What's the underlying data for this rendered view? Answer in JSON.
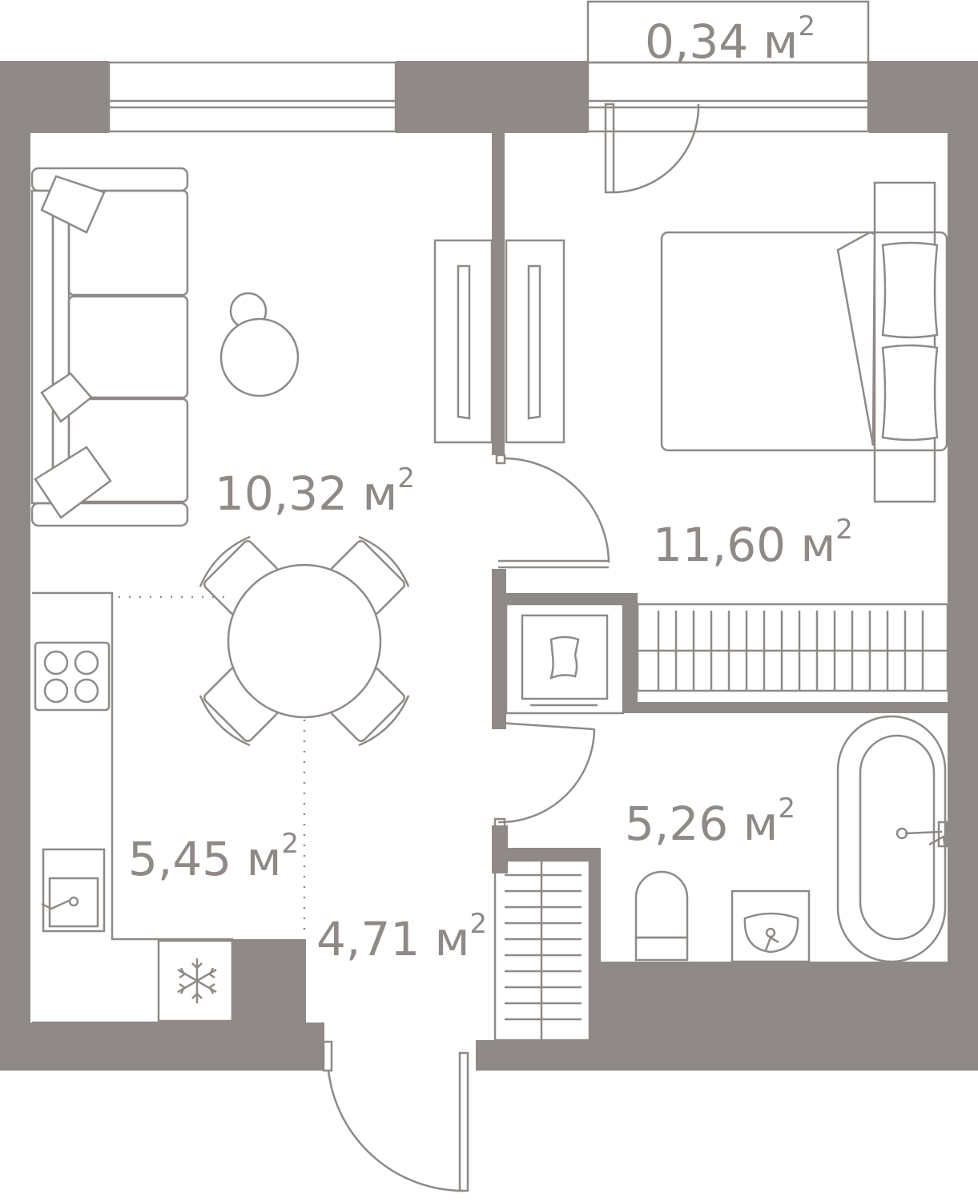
{
  "colors": {
    "wall": "#8f8a87",
    "background": "#ffffff"
  },
  "rooms": {
    "living": {
      "area": "10,32",
      "unit": "м",
      "exp": "2"
    },
    "bedroom": {
      "area": "11,60",
      "unit": "м",
      "exp": "2"
    },
    "kitchen": {
      "area": "5,45",
      "unit": "м",
      "exp": "2"
    },
    "hall": {
      "area": "4,71",
      "unit": "м",
      "exp": "2"
    },
    "bathroom": {
      "area": "5,26",
      "unit": "м",
      "exp": "2"
    },
    "balcony": {
      "area": "0,34",
      "unit": "м",
      "exp": "2"
    }
  },
  "icons": [
    "sofa-icon",
    "pouf-icon",
    "dining-table-icon",
    "wardrobe-icon",
    "bed-icon",
    "washing-machine-icon",
    "bathtub-icon",
    "toilet-icon",
    "washbasin-icon",
    "stove-icon",
    "kitchen-sink-icon",
    "snowflake-icon",
    "door-icon"
  ]
}
